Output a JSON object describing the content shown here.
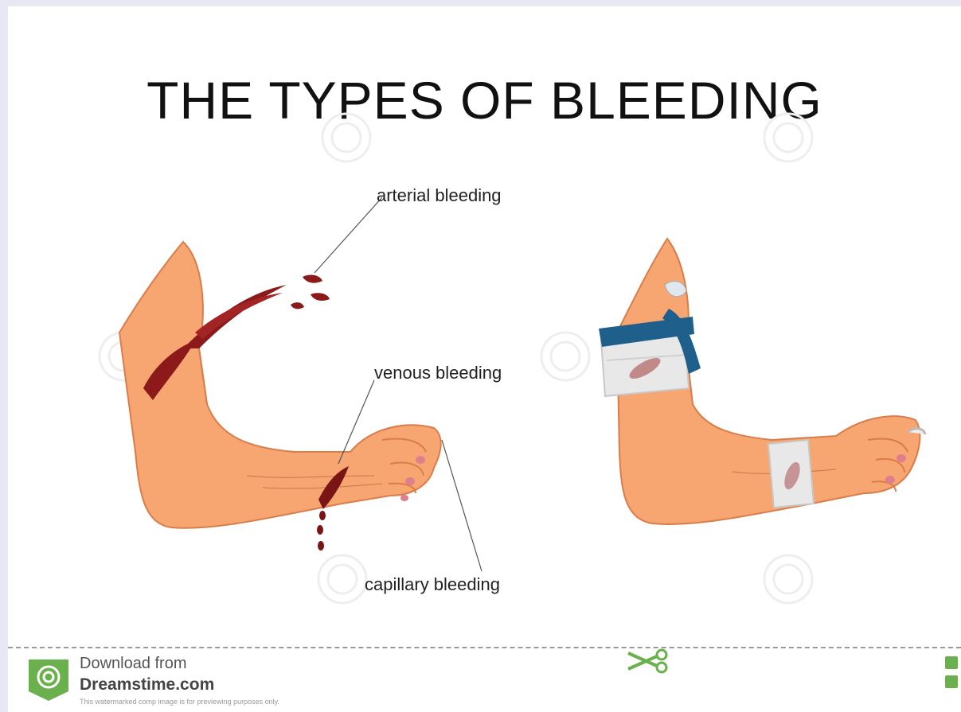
{
  "title": "THE TYPES OF BLEEDING",
  "labels": {
    "arterial": "arterial bleeding",
    "venous": "venous bleeding",
    "capillary": "capillary bleeding"
  },
  "footer": {
    "line1": "Download from",
    "line2": "Dreamstime.com",
    "line3": "This watermarked comp image is for previewing purposes only."
  },
  "colors": {
    "skin": "#f7a571",
    "skin_shade": "#e88a58",
    "blood": "#8c1a1a",
    "tourniquet": "#1f5f8b",
    "bandage": "#e6e6e6",
    "logo_green": "#6ab04c"
  },
  "icons": [
    "dreamstime-logo-icon",
    "scissors-icon",
    "side-icon"
  ]
}
